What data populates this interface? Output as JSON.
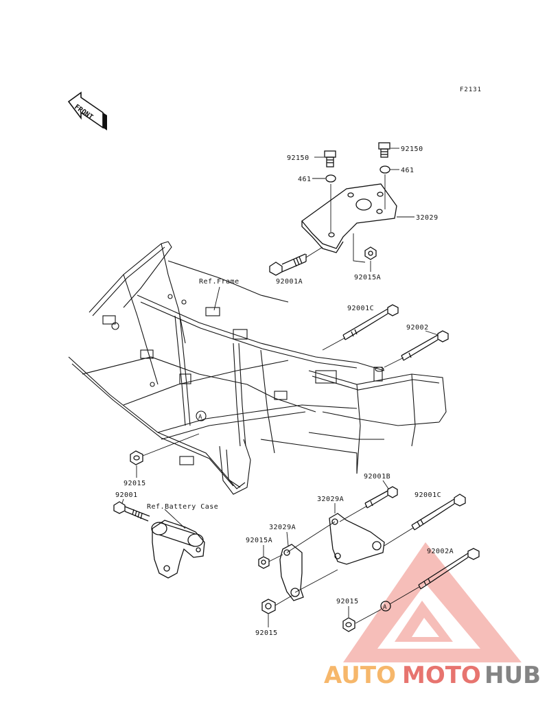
{
  "figure_code": "F2131",
  "front_label": "FRONT",
  "labels": {
    "p92150_top_left": "92150",
    "p92150_top_right": "92150",
    "p461_left": "461",
    "p461_right": "461",
    "p32029": "32029",
    "p92001A": "92001A",
    "p92015A_top": "92015A",
    "ref_frame": "Ref.Frame",
    "p92001C_top": "92001C",
    "p92002_top": "92002",
    "p92015_left": "92015",
    "p92001": "92001",
    "ref_battery_case": "Ref.Battery Case",
    "p92001B": "92001B",
    "p32029A_top": "32029A",
    "p92001C_bottom": "92001C",
    "p32029A_mid": "32029A",
    "p92015A_bottom": "92015A",
    "p92002A": "92002A",
    "p92015_mid": "92015",
    "p92015_bottom": "92015",
    "marker_A": "A"
  },
  "watermark": {
    "part1": "AUTO",
    "part2": "MOTO",
    "part3": "HUB",
    "colors": {
      "orange": "#f4a03a",
      "red": "#e0463f",
      "gray": "#5b5b5b"
    }
  }
}
